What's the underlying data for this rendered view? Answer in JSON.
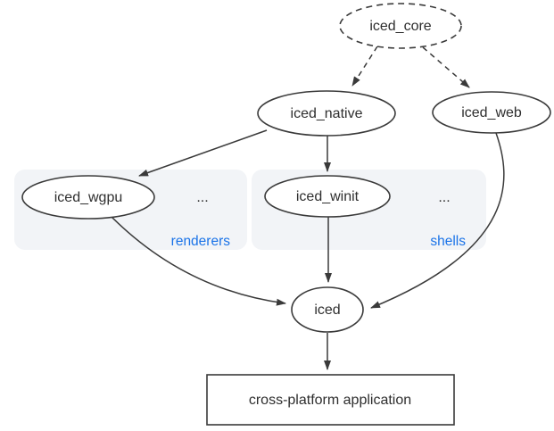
{
  "colors": {
    "background": "#ffffff",
    "node_fill": "#ffffff",
    "node_stroke": "#3a3a3a",
    "edge_stroke": "#3a3a3a",
    "group_background": "#f2f4f7",
    "group_label_blue": "#1a73e8",
    "text": "#2e2e2e"
  },
  "nodes": {
    "iced_core": {
      "label": "iced_core",
      "shape": "ellipse",
      "border": "dashed"
    },
    "iced_native": {
      "label": "iced_native",
      "shape": "ellipse",
      "border": "solid"
    },
    "iced_web": {
      "label": "iced_web",
      "shape": "ellipse",
      "border": "solid"
    },
    "iced_wgpu": {
      "label": "iced_wgpu",
      "shape": "ellipse",
      "border": "solid"
    },
    "iced_winit": {
      "label": "iced_winit",
      "shape": "ellipse",
      "border": "solid"
    },
    "iced": {
      "label": "iced",
      "shape": "ellipse",
      "border": "solid"
    },
    "app": {
      "label": "cross-platform application",
      "shape": "rectangle",
      "border": "solid"
    }
  },
  "groups": {
    "renderers": {
      "label": "renderers",
      "more": "...",
      "members": [
        "iced_wgpu"
      ]
    },
    "shells": {
      "label": "shells",
      "more": "...",
      "members": [
        "iced_winit"
      ]
    }
  },
  "edges": [
    {
      "from": "iced_core",
      "to": "iced_native",
      "style": "dashed"
    },
    {
      "from": "iced_core",
      "to": "iced_web",
      "style": "dashed"
    },
    {
      "from": "iced_native",
      "to": "iced_wgpu",
      "style": "solid"
    },
    {
      "from": "iced_native",
      "to": "iced_winit",
      "style": "solid"
    },
    {
      "from": "iced_wgpu",
      "to": "iced",
      "style": "solid"
    },
    {
      "from": "iced_winit",
      "to": "iced",
      "style": "solid"
    },
    {
      "from": "iced_web",
      "to": "iced",
      "style": "solid"
    },
    {
      "from": "iced",
      "to": "app",
      "style": "solid"
    }
  ]
}
